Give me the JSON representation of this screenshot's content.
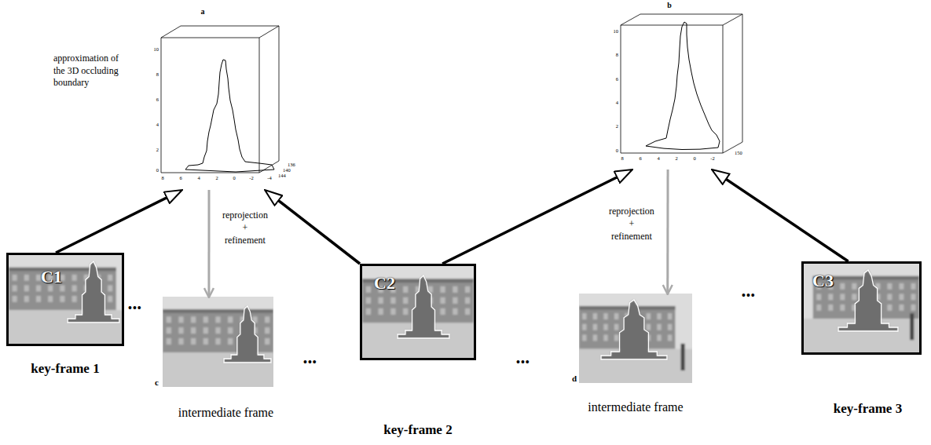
{
  "diagram": {
    "nodes": [
      {
        "text": [
          "a"
        ]
      },
      {
        "text": [
          "b"
        ]
      },
      {
        "text": [
          "C1",
          "key-frame 1"
        ]
      },
      {
        "text": [
          "c",
          "intermediate frame"
        ]
      },
      {
        "text": [
          "C2",
          "key-frame 2"
        ]
      },
      {
        "text": [
          "d",
          "intermediate frame"
        ]
      },
      {
        "text": [
          "C3",
          "key-frame 3"
        ]
      }
    ],
    "edges": [
      {
        "from": 2,
        "to": 0,
        "arrow": "to"
      },
      {
        "from": 4,
        "to": 0,
        "arrow": "to"
      },
      {
        "from": 4,
        "to": 1,
        "arrow": "to"
      },
      {
        "from": 6,
        "to": 1,
        "arrow": "to"
      },
      {
        "from": 0,
        "to": 3,
        "arrow": "to",
        "label": "reprojection + refinement"
      },
      {
        "from": 1,
        "to": 5,
        "arrow": "to",
        "label": "reprojection + refinement"
      }
    ],
    "labels": [
      "approximation of the 3D occluding boundary",
      "•••",
      "•••",
      "•••",
      "•••",
      "10",
      "8",
      "6",
      "4",
      "2",
      "0",
      "8",
      "6",
      "4",
      "2",
      "0",
      "-2",
      "-4",
      "136",
      "140",
      "144",
      "10",
      "8",
      "6",
      "4",
      "2",
      "0",
      "8",
      "6",
      "4",
      "2",
      "0",
      "-2",
      "150"
    ]
  }
}
